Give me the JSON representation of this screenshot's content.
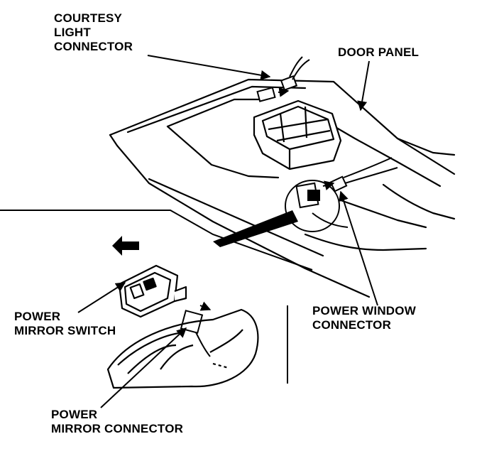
{
  "labels": {
    "courtesy_light_connector": [
      "COURTESY",
      "LIGHT",
      "CONNECTOR"
    ],
    "door_panel": "DOOR PANEL",
    "power_window_connector": [
      "POWER WINDOW",
      "CONNECTOR"
    ],
    "power_mirror_switch": [
      "POWER",
      "MIRROR SWITCH"
    ],
    "power_mirror_connector": [
      "POWER",
      "MIRROR CONNECTOR"
    ]
  },
  "colors": {
    "ink": "#000000",
    "paper": "#ffffff"
  }
}
